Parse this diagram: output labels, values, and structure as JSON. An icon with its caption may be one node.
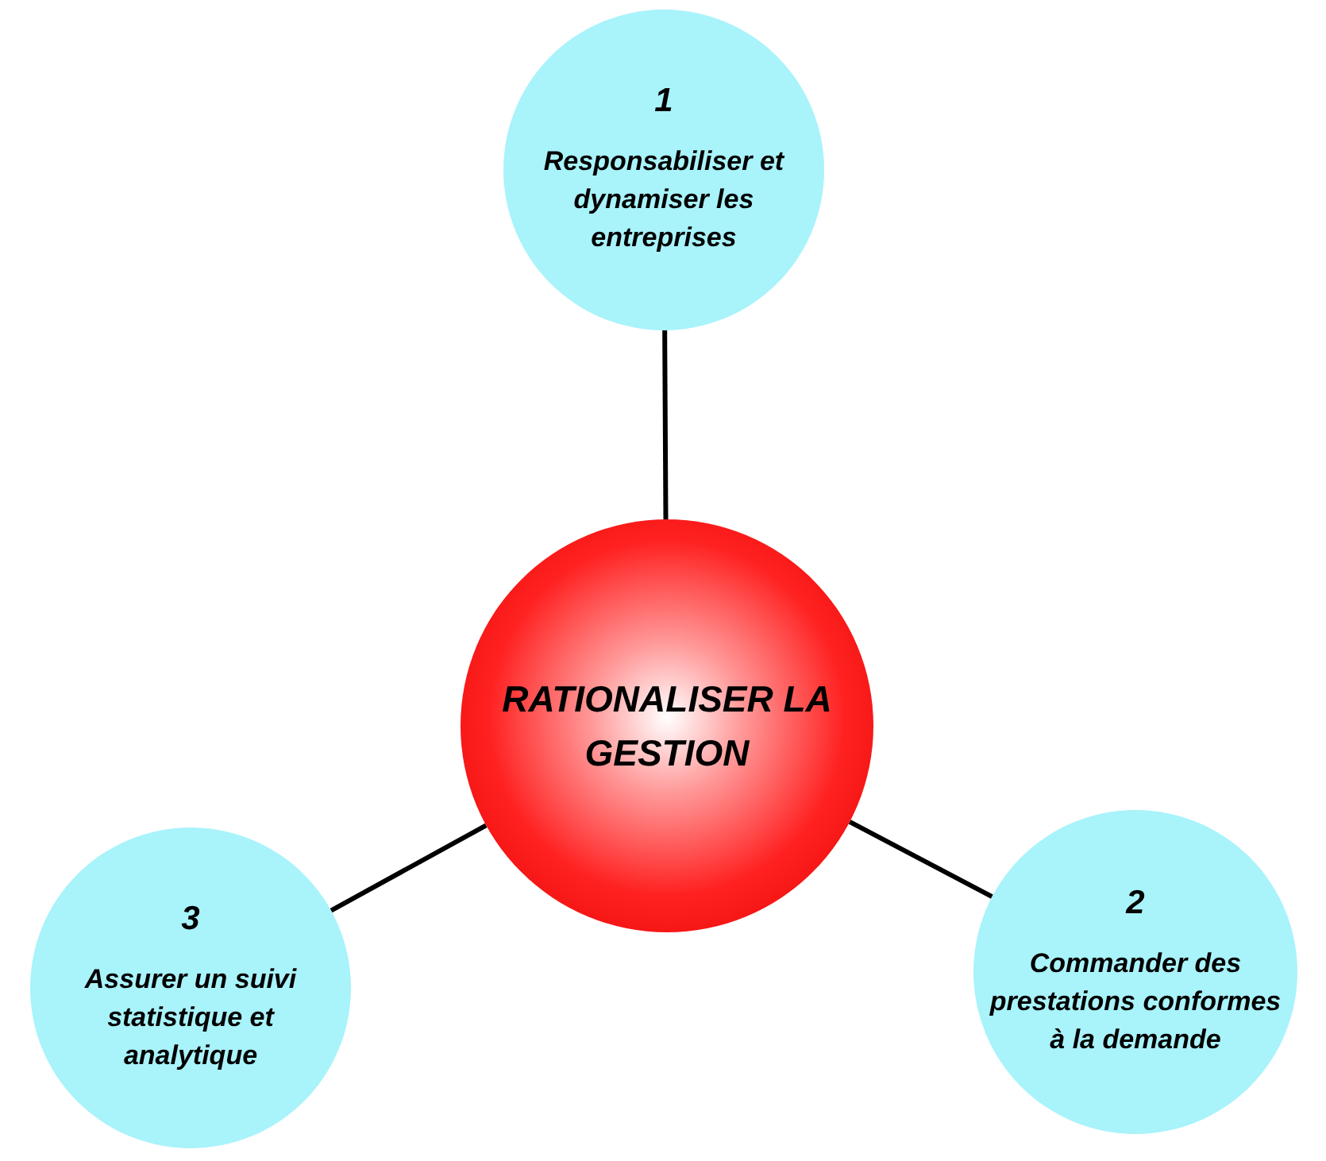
{
  "diagram": {
    "nodes": [
      {
        "text": [
          "1",
          "Responsabiliser et dynamiser les entreprises"
        ]
      },
      {
        "text": [
          "RATIONALISER LA GESTION"
        ]
      },
      {
        "text": [
          "3",
          "Assurer un suivi statistique et analytique"
        ]
      },
      {
        "text": [
          "2",
          "Commander des prestations conformes à la demande"
        ]
      }
    ],
    "edges": [
      {
        "from": 1,
        "to": 0,
        "arrow": "none"
      },
      {
        "from": 1,
        "to": 2,
        "arrow": "none"
      },
      {
        "from": 1,
        "to": 3,
        "arrow": "none"
      }
    ]
  }
}
